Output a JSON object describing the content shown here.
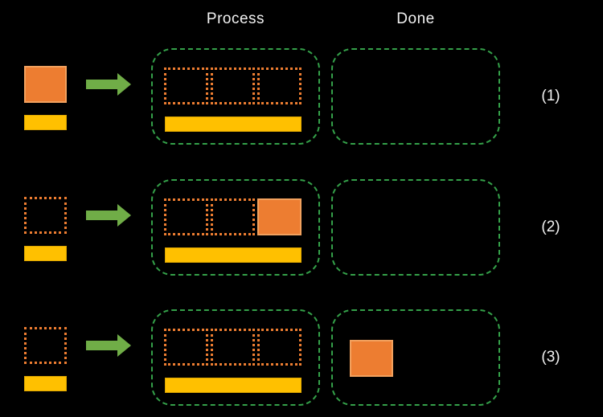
{
  "headers": {
    "process": "Process",
    "done": "Done"
  },
  "rows": [
    {
      "label": "(1)",
      "source": {
        "square": "solid"
      },
      "process": {
        "slots": [
          "dashed",
          "dashed",
          "dashed"
        ]
      },
      "done": []
    },
    {
      "label": "(2)",
      "source": {
        "square": "dashed"
      },
      "process": {
        "slots": [
          "dashed",
          "dashed",
          "solid"
        ]
      },
      "done": []
    },
    {
      "label": "(3)",
      "source": {
        "square": "dashed"
      },
      "process": {
        "slots": [
          "dashed",
          "dashed",
          "dashed"
        ]
      },
      "done": [
        "solid"
      ]
    }
  ],
  "colors": {
    "background": "#000000",
    "orange": "#ED7D31",
    "orange-light": "#F2A15E",
    "yellow": "#FFC000",
    "yellow-dark": "#DDA600",
    "green-border": "#34A049",
    "arrow-green": "#70AD47",
    "text": "#F2F2F2"
  }
}
